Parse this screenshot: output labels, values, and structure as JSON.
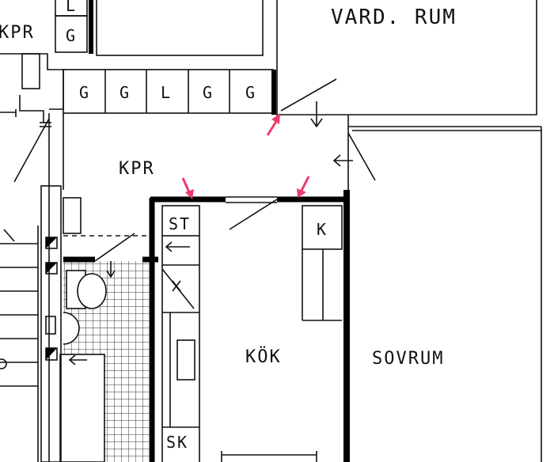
{
  "rooms": {
    "vardagsrum": "VARD. RUM",
    "kpr_top": "KPR",
    "kpr": "KPR",
    "kok": "KÖK",
    "sovrum": "SOVRUM"
  },
  "fixtures": {
    "cab_g_top": "G",
    "cab_l_top": "L",
    "closet_row": [
      "G",
      "G",
      "L",
      "G",
      "G"
    ],
    "st": "ST",
    "k": "K",
    "sk": "SK"
  },
  "colors": {
    "wall": "#000000",
    "marker_arrow": "#ee3a6b"
  },
  "markers": [
    {
      "name": "arrow-marker-door-top"
    },
    {
      "name": "arrow-marker-kitchen-left"
    },
    {
      "name": "arrow-marker-kitchen-right"
    }
  ]
}
